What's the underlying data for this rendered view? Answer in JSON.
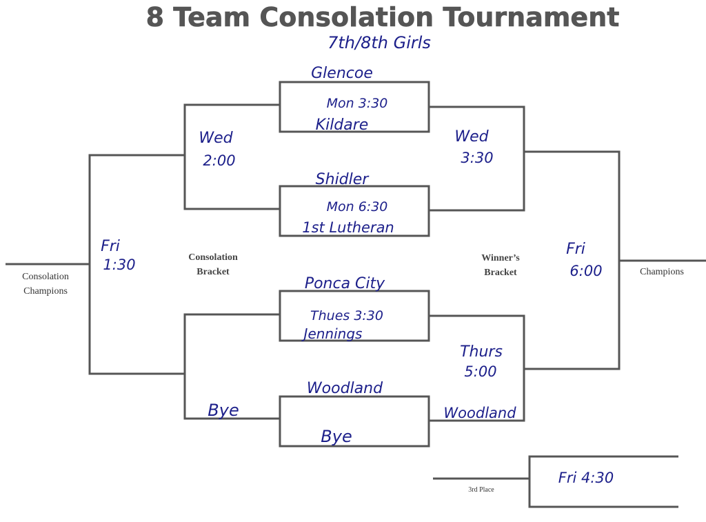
{
  "title": "8 Team Consolation Tournament",
  "subtitle": "7th/8th Girls",
  "colors": {
    "lines": "#555555",
    "handwriting": "#1c1f8a",
    "print": "#333333"
  },
  "labels": {
    "consolation_champions_1": "Consolation",
    "consolation_champions_2": "Champions",
    "consolation_bracket_1": "Consolation",
    "consolation_bracket_2": "Bracket",
    "winners_bracket_1": "Winner’s",
    "winners_bracket_2": "Bracket",
    "champions": "Champions",
    "third_place": "3rd Place"
  },
  "first_round": [
    {
      "team_top": "Glencoe",
      "time": "Mon 3:30",
      "team_bottom": "Kildare"
    },
    {
      "team_top": "Shidler",
      "time": "Mon 6:30",
      "team_bottom": "1st Lutheran"
    },
    {
      "team_top": "Ponca City",
      "time": "Thues 3:30",
      "team_bottom": "Jennings"
    },
    {
      "team_top": "Woodland",
      "time": "",
      "team_bottom": "Bye"
    }
  ],
  "winners_round2": [
    {
      "time_day": "Wed",
      "time_hour": "3:30"
    },
    {
      "time_day": "Thurs",
      "time_hour": "5:00",
      "advanced": "Woodland"
    }
  ],
  "winners_final": {
    "day": "Fri",
    "hour": "6:00"
  },
  "consolation_round2": [
    {
      "day": "Wed",
      "hour": "2:00"
    },
    {
      "advanced": "Bye"
    }
  ],
  "consolation_final": {
    "day": "Fri",
    "hour": "1:30"
  },
  "third_place_game": {
    "time": "Fri 4:30"
  }
}
